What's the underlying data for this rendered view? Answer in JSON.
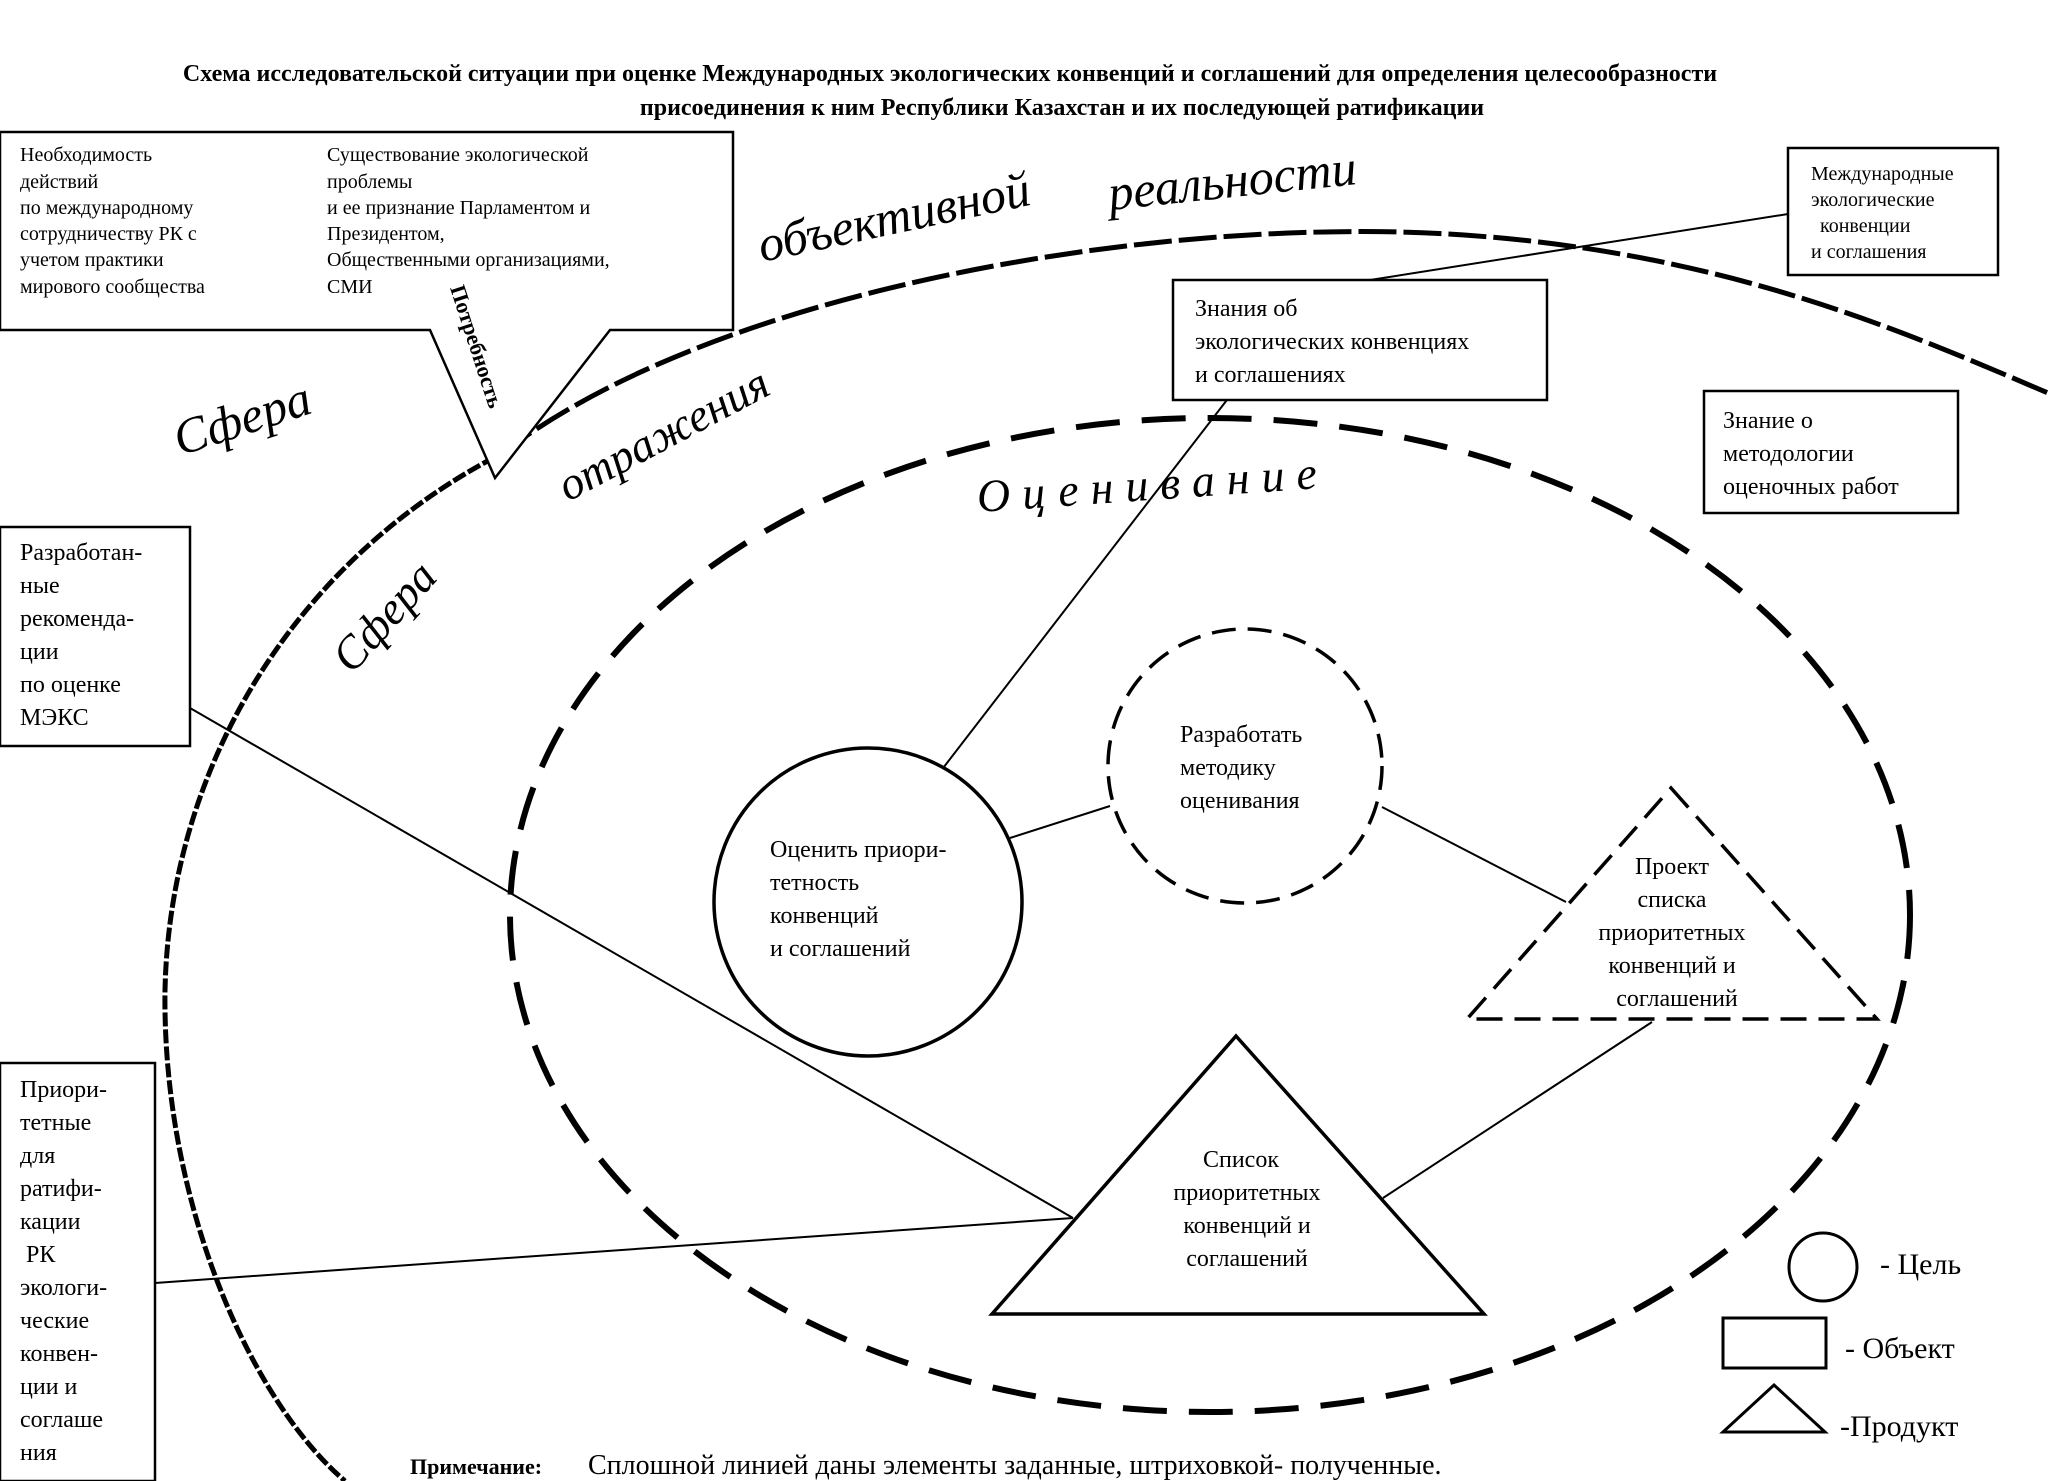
{
  "title": {
    "line1": "Схема исследовательской ситуации при оценке Международных экологических конвенций и соглашений для определения целесообразности",
    "line2": "присоединения к ним Республики Казахстан и их последующей ратификации"
  },
  "spheres": {
    "objective_word1": "объективной",
    "objective_word2": "реальности",
    "reflection_word1": "Сфера",
    "reflection_word2": "отражения",
    "inner_sphere": "Сфера",
    "assessment": "Оценивание"
  },
  "need_label": "Потребность",
  "callout": {
    "left": [
      "Необходимость",
      "действий",
      "по международному",
      "сотрудничеству РК с",
      "учетом практики",
      "мирового сообщества"
    ],
    "right": [
      "Существование экологической",
      "проблемы",
      "и ее признание Парламентом и",
      "Президентом,",
      "Общественными организациями,",
      "СМИ"
    ]
  },
  "boxes": {
    "intl_conventions": [
      "Международные",
      "экологические",
      "конвенции",
      "и соглашения"
    ],
    "knowledge_conventions": [
      "Знания об",
      "экологических конвенциях",
      "и соглашениях"
    ],
    "knowledge_methodology": [
      "Знание о",
      "методологии",
      "оценочных работ"
    ],
    "recommendations": [
      "Разработан-",
      "ные",
      "рекоменда-",
      "ции",
      "по оценке",
      "МЭКС"
    ],
    "priority_ratification": [
      "Приори-",
      "тетные",
      "для",
      "ратифи-",
      "кации",
      "РК",
      "экологи-",
      "ческие",
      "конвен-",
      "ции  и",
      "соглаше",
      "ния"
    ]
  },
  "nodes": {
    "assess_priority": [
      "Оценить приори-",
      "тетность",
      "конвенций",
      "и соглашений"
    ],
    "develop_method": [
      "Разработать",
      "методику",
      "оценивания"
    ],
    "draft_list": [
      "Проект",
      "списка",
      "приоритетных",
      "конвенций и",
      "соглашений"
    ],
    "final_list": [
      "Список",
      "приоритетных",
      "конвенций и",
      "соглашений"
    ]
  },
  "legend": {
    "goal": "- Цель",
    "object": "- Объект",
    "product": "-Продукт"
  },
  "note": {
    "label": "Примечание:",
    "text": "Сплошной линией даны элементы заданные, штриховкой- полученные."
  }
}
